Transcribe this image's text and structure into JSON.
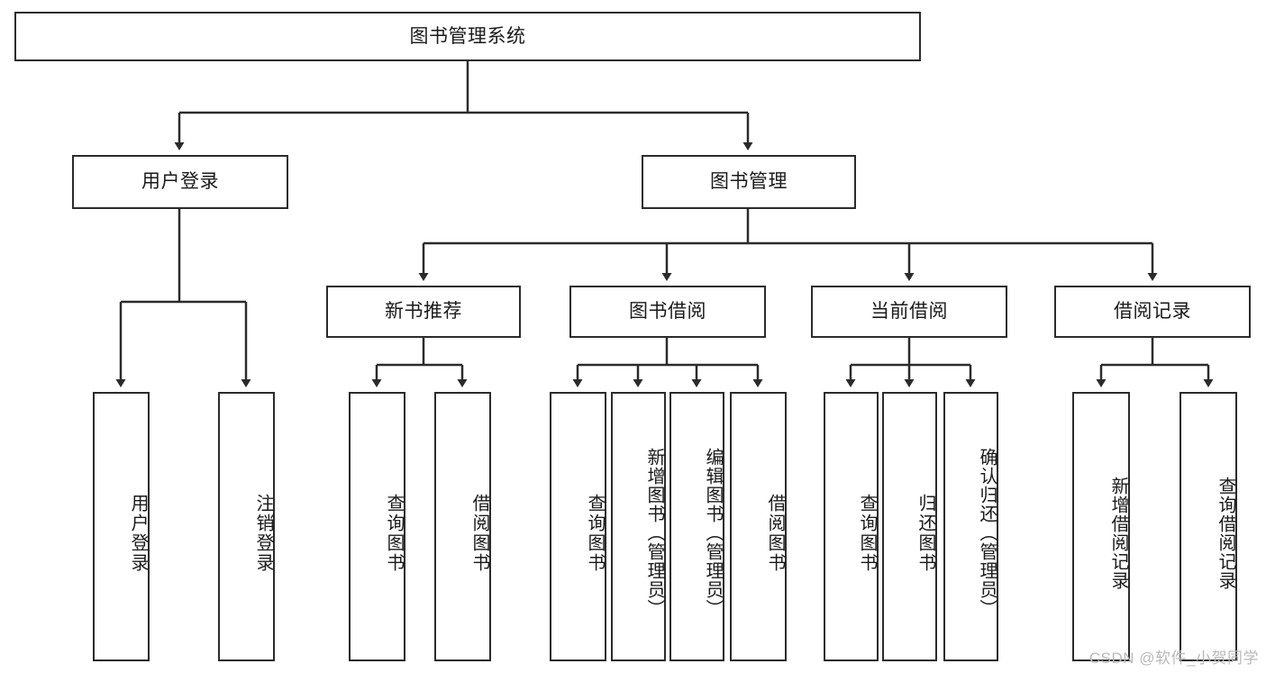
{
  "diagram": {
    "title": "图书管理系统",
    "watermark": "CSDN @软件_小贺同学",
    "root": {
      "label": "图书管理系统"
    },
    "level2": [
      {
        "label": "用户登录"
      },
      {
        "label": "图书管理"
      }
    ],
    "level3": [
      {
        "label": "新书推荐"
      },
      {
        "label": "图书借阅"
      },
      {
        "label": "当前借阅"
      },
      {
        "label": "借阅记录"
      }
    ],
    "leaves": {
      "user_login": [
        {
          "label": "用户登录"
        },
        {
          "label": "注销登录"
        }
      ],
      "new_book_rec": [
        {
          "label": "查询图书"
        },
        {
          "label": "借阅图书"
        }
      ],
      "book_borrow": [
        {
          "label": "查询图书"
        },
        {
          "label": "新增图书（管理员）"
        },
        {
          "label": "编辑图书（管理员）"
        },
        {
          "label": "借阅图书"
        }
      ],
      "current_borrow": [
        {
          "label": "查询图书"
        },
        {
          "label": "归还图书"
        },
        {
          "label": "确认归还（管理员）"
        }
      ],
      "borrow_record": [
        {
          "label": "新增借阅记录"
        },
        {
          "label": "查询借阅记录"
        }
      ]
    },
    "colors": {
      "stroke": "#2b2b2b",
      "fill": "#ffffff",
      "text": "#1a1a1a",
      "watermark": "#b9b9b9"
    }
  }
}
